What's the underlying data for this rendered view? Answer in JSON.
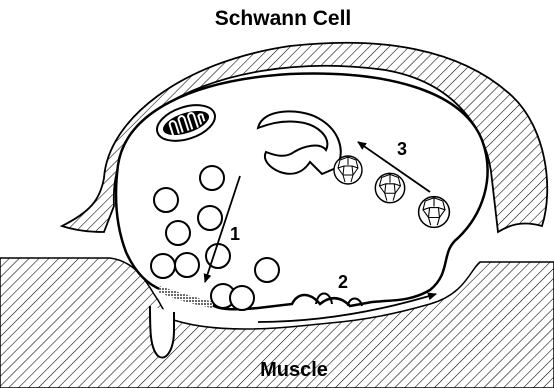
{
  "labels": {
    "top": "Schwann Cell",
    "bottom": "Muscle",
    "step1": "1",
    "step2": "2",
    "step3": "3"
  },
  "colors": {
    "ink": "#000000",
    "paper": "#ffffff"
  },
  "icons": [
    "mitochondrion-icon",
    "synaptic-vesicle-icon",
    "clathrin-coated-vesicle-icon",
    "arrow-icon"
  ]
}
